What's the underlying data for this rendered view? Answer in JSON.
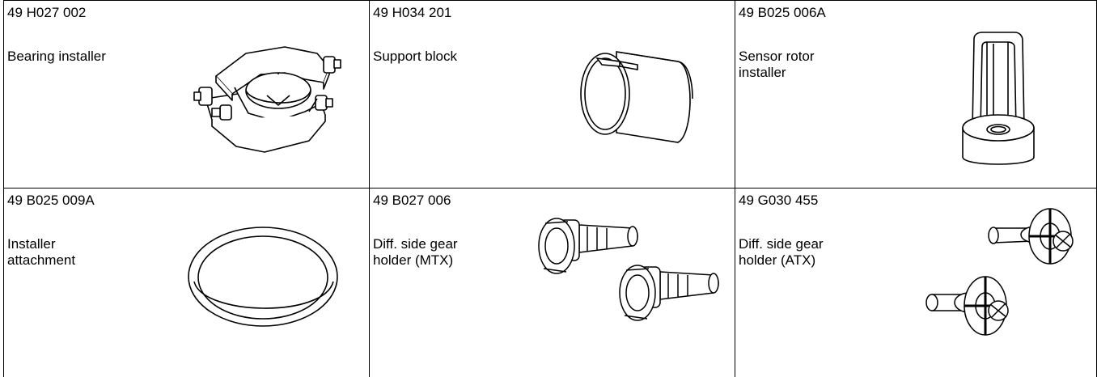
{
  "tools": [
    {
      "code": "49 H027 002",
      "description": "Bearing installer",
      "image": "bearing-installer-illustration"
    },
    {
      "code": "49 H034 201",
      "description": "Support block",
      "image": "support-block-illustration"
    },
    {
      "code": "49 B025 006A",
      "description": "Sensor rotor\ninstaller",
      "image": "sensor-rotor-installer-illustration"
    },
    {
      "code": "49 B025 009A",
      "description": "Installer\nattachment",
      "image": "installer-attachment-illustration"
    },
    {
      "code": "49 B027 006",
      "description": "Diff. side gear\nholder (MTX)",
      "image": "diff-side-gear-holder-mtx-illustration"
    },
    {
      "code": "49 G030 455",
      "description": "Diff. side gear\nholder (ATX)",
      "image": "diff-side-gear-holder-atx-illustration"
    }
  ]
}
